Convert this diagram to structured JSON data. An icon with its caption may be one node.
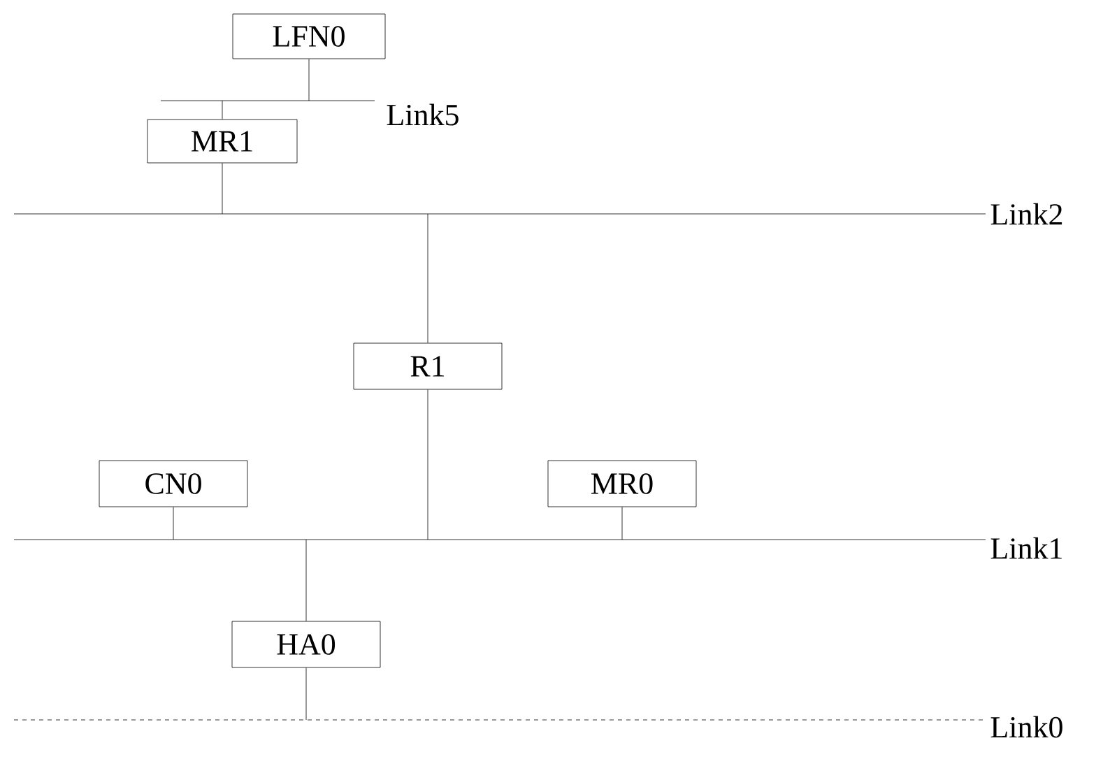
{
  "diagram": {
    "nodes": [
      {
        "text": [
          "LFN0"
        ]
      },
      {
        "text": [
          "MR1"
        ]
      },
      {
        "text": [
          "R1"
        ]
      },
      {
        "text": [
          "CN0"
        ]
      },
      {
        "text": [
          "MR0"
        ]
      },
      {
        "text": [
          "HA0"
        ]
      },
      {
        "text": [
          "Link5"
        ]
      },
      {
        "text": [
          "Link2"
        ]
      },
      {
        "text": [
          "Link1"
        ]
      },
      {
        "text": [
          "Link0"
        ]
      }
    ],
    "edges": [
      {
        "from": 0,
        "to": 6,
        "arrow": "none"
      },
      {
        "from": 1,
        "to": 6,
        "arrow": "none"
      },
      {
        "from": 1,
        "to": 7,
        "arrow": "none"
      },
      {
        "from": 2,
        "to": 7,
        "arrow": "none"
      },
      {
        "from": 2,
        "to": 8,
        "arrow": "none"
      },
      {
        "from": 3,
        "to": 8,
        "arrow": "none"
      },
      {
        "from": 4,
        "to": 8,
        "arrow": "none"
      },
      {
        "from": 5,
        "to": 8,
        "arrow": "none"
      },
      {
        "from": 5,
        "to": 9,
        "arrow": "none"
      }
    ]
  }
}
